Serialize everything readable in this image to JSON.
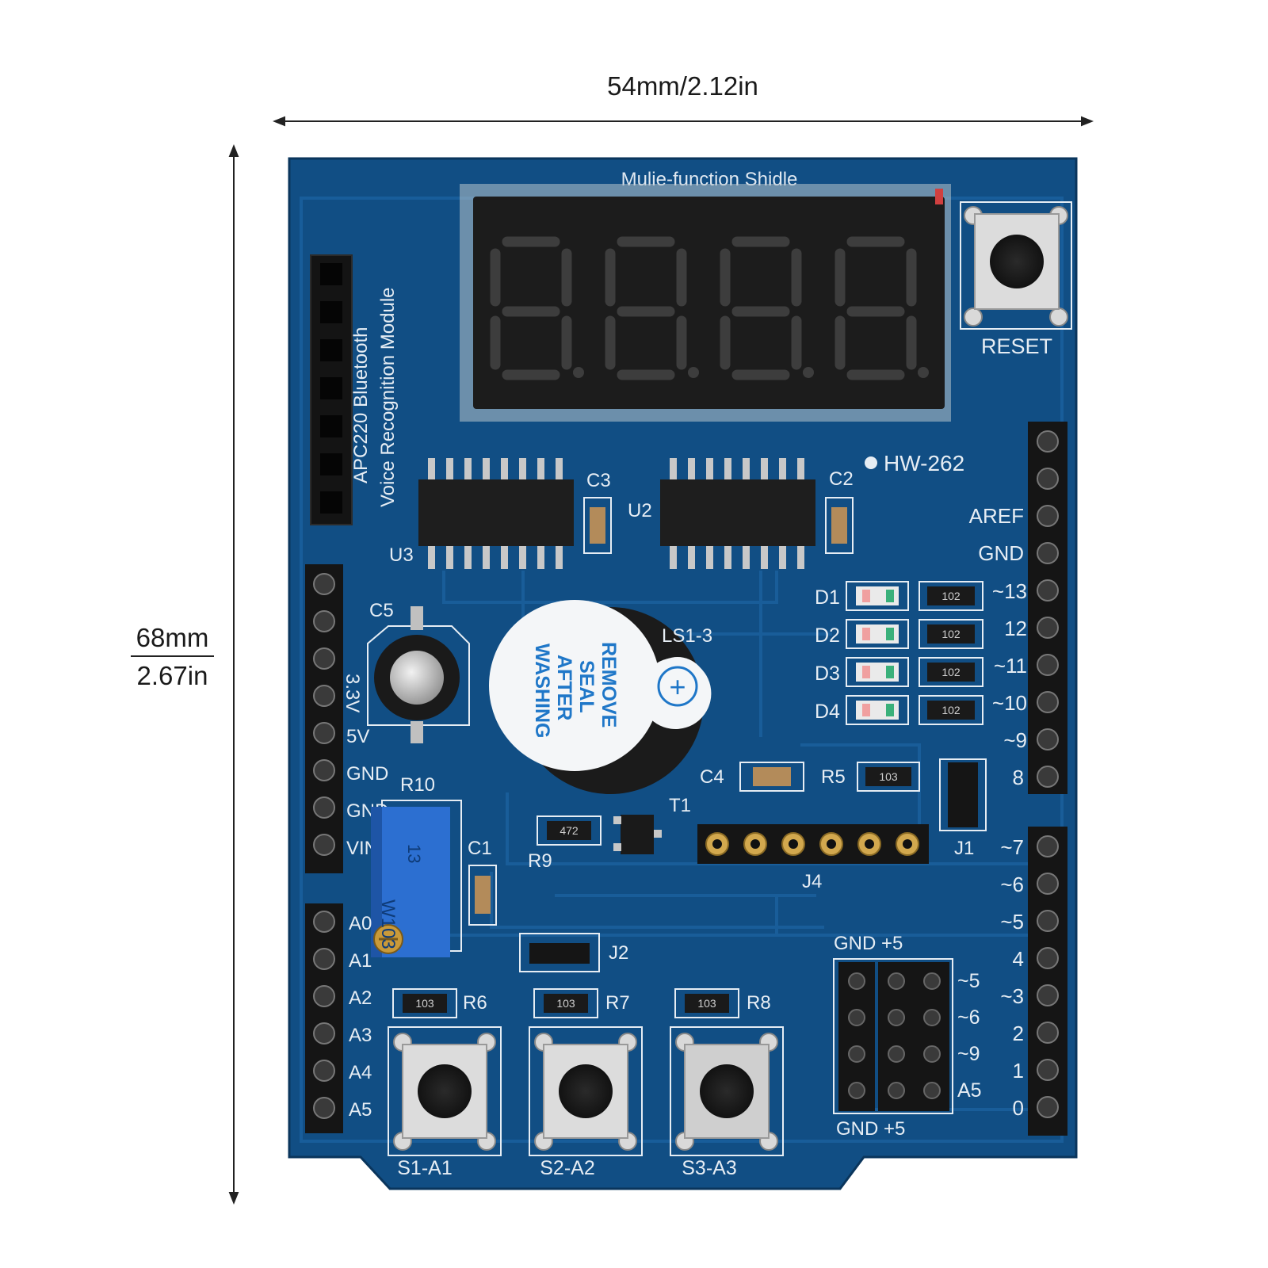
{
  "dimensions": {
    "width_label": "54mm/2.12in",
    "height_label_mm": "68mm",
    "height_label_in": "2.67in"
  },
  "board": {
    "title": "Mulie-function Shidle",
    "model": "HW-262",
    "reset_label": "RESET",
    "module_label_1": "APC220 Bluetooth",
    "module_label_2": "Voice Recognition Module",
    "buzzer": {
      "label": "LS1-3",
      "sticker_lines": [
        "REMOVE",
        "SEAL",
        "AFTER",
        "WASHING"
      ],
      "symbol": "+"
    },
    "potentiometer": {
      "label": "R10",
      "marking_1": "W103",
      "marking_2": "13"
    },
    "components": {
      "C1": "C1",
      "C2": "C2",
      "C3": "C3",
      "C4": "C4",
      "C5": "C5",
      "U2": "U2",
      "U3": "U3",
      "R5": "R5",
      "R9": "R9",
      "T1": "T1",
      "J1": "J1",
      "J2": "J2",
      "J4": "J4",
      "R6": "R6",
      "R7": "R7",
      "R8": "R8"
    },
    "resistor_codes": {
      "r102": "102",
      "r103": "103",
      "r472": "472"
    },
    "leds": [
      "D1",
      "D2",
      "D3",
      "D4"
    ],
    "right_header_top": [
      "AREF",
      "GND",
      "~13",
      "12",
      "~11",
      "~10",
      "~9",
      "8"
    ],
    "right_header_bottom": [
      "~7",
      "~6",
      "~5",
      "4",
      "~3",
      "2",
      "1",
      "0"
    ],
    "power_header": [
      "3.3V",
      "5V",
      "GND",
      "GND",
      "VIN"
    ],
    "analog_header": [
      "A0",
      "A1",
      "A2",
      "A3",
      "A4",
      "A5"
    ],
    "pin_block_top": "GND +5",
    "pin_block_bottom": "GND +5",
    "pin_block_rows": [
      "~5",
      "~6",
      "~9",
      "A5"
    ],
    "buttons": [
      "S1-A1",
      "S2-A2",
      "S3-A3"
    ]
  },
  "colors": {
    "pcb": "#114e84",
    "pcb_dark": "#0c3f6d",
    "silkscreen": "#e6edf4",
    "header_black": "#1b1b1b",
    "gold": "#c9a24a"
  }
}
